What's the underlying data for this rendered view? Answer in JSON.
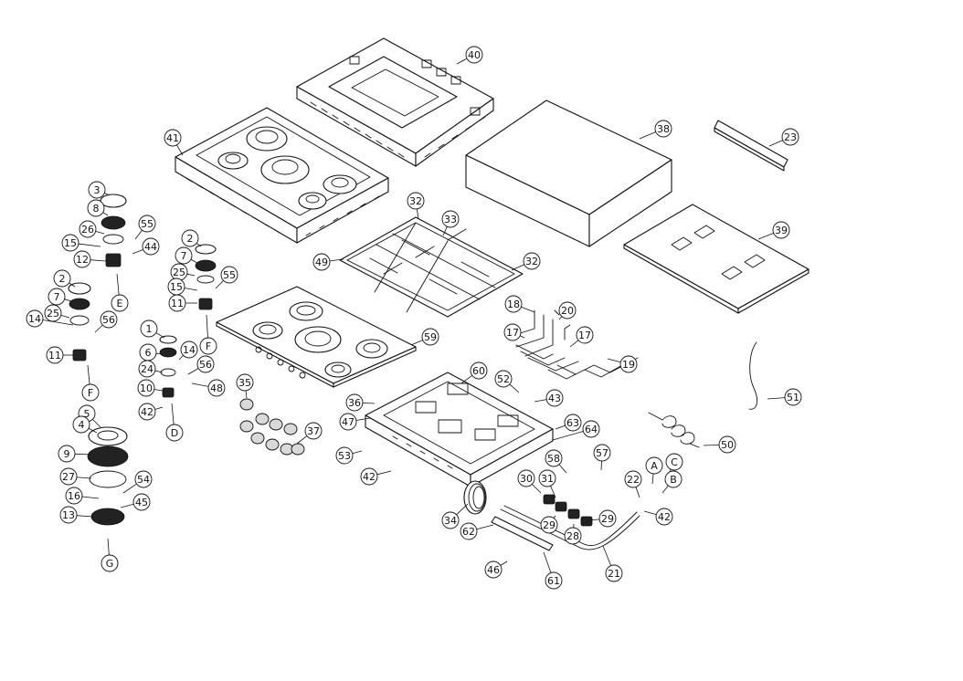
{
  "diagram": {
    "type": "exploded-parts-diagram",
    "callouts": [
      {
        "id": "c40",
        "label": "40"
      },
      {
        "id": "c41",
        "label": "41"
      },
      {
        "id": "c38",
        "label": "38"
      },
      {
        "id": "c23",
        "label": "23"
      },
      {
        "id": "c39",
        "label": "39"
      },
      {
        "id": "c3",
        "label": "3"
      },
      {
        "id": "c8",
        "label": "8"
      },
      {
        "id": "c26",
        "label": "26"
      },
      {
        "id": "c55a",
        "label": "55"
      },
      {
        "id": "c15a",
        "label": "15"
      },
      {
        "id": "c44",
        "label": "44"
      },
      {
        "id": "c12",
        "label": "12"
      },
      {
        "id": "cEa",
        "label": "E"
      },
      {
        "id": "c2a",
        "label": "2"
      },
      {
        "id": "c7a",
        "label": "7"
      },
      {
        "id": "c25a",
        "label": "25"
      },
      {
        "id": "c14a",
        "label": "14"
      },
      {
        "id": "c56a",
        "label": "56"
      },
      {
        "id": "c11a",
        "label": "11"
      },
      {
        "id": "cFa",
        "label": "F"
      },
      {
        "id": "c2b",
        "label": "2"
      },
      {
        "id": "c7b",
        "label": "7"
      },
      {
        "id": "c25b",
        "label": "25"
      },
      {
        "id": "c55b",
        "label": "55"
      },
      {
        "id": "c15b",
        "label": "15"
      },
      {
        "id": "c11b",
        "label": "11"
      },
      {
        "id": "cFb",
        "label": "F"
      },
      {
        "id": "c32a",
        "label": "32"
      },
      {
        "id": "c33",
        "label": "33"
      },
      {
        "id": "c49",
        "label": "49"
      },
      {
        "id": "c32b",
        "label": "32"
      },
      {
        "id": "c18",
        "label": "18"
      },
      {
        "id": "c20",
        "label": "20"
      },
      {
        "id": "c17a",
        "label": "17"
      },
      {
        "id": "c17b",
        "label": "17"
      },
      {
        "id": "c19",
        "label": "19"
      },
      {
        "id": "c59",
        "label": "59"
      },
      {
        "id": "c1",
        "label": "1"
      },
      {
        "id": "c6",
        "label": "6"
      },
      {
        "id": "c14b",
        "label": "14"
      },
      {
        "id": "c24",
        "label": "24"
      },
      {
        "id": "c56b",
        "label": "56"
      },
      {
        "id": "c10",
        "label": "10"
      },
      {
        "id": "c48",
        "label": "48"
      },
      {
        "id": "c42a",
        "label": "42"
      },
      {
        "id": "cD",
        "label": "D"
      },
      {
        "id": "c5",
        "label": "5"
      },
      {
        "id": "c4",
        "label": "4"
      },
      {
        "id": "c9",
        "label": "9"
      },
      {
        "id": "c27",
        "label": "27"
      },
      {
        "id": "c54",
        "label": "54"
      },
      {
        "id": "c16",
        "label": "16"
      },
      {
        "id": "c45",
        "label": "45"
      },
      {
        "id": "c13",
        "label": "13"
      },
      {
        "id": "cG",
        "label": "G"
      },
      {
        "id": "c35",
        "label": "35"
      },
      {
        "id": "c37",
        "label": "37"
      },
      {
        "id": "c36",
        "label": "36"
      },
      {
        "id": "c47",
        "label": "47"
      },
      {
        "id": "c60",
        "label": "60"
      },
      {
        "id": "c52",
        "label": "52"
      },
      {
        "id": "c43",
        "label": "43"
      },
      {
        "id": "c51",
        "label": "51"
      },
      {
        "id": "c63",
        "label": "63"
      },
      {
        "id": "c64",
        "label": "64"
      },
      {
        "id": "c53",
        "label": "53"
      },
      {
        "id": "c42b",
        "label": "42"
      },
      {
        "id": "c50",
        "label": "50"
      },
      {
        "id": "c57",
        "label": "57"
      },
      {
        "id": "c58",
        "label": "58"
      },
      {
        "id": "c30",
        "label": "30"
      },
      {
        "id": "c31",
        "label": "31"
      },
      {
        "id": "c22",
        "label": "22"
      },
      {
        "id": "cA",
        "label": "A"
      },
      {
        "id": "cC",
        "label": "C"
      },
      {
        "id": "cB",
        "label": "B"
      },
      {
        "id": "c42c",
        "label": "42"
      },
      {
        "id": "c34",
        "label": "34"
      },
      {
        "id": "c29a",
        "label": "29"
      },
      {
        "id": "c29b",
        "label": "29"
      },
      {
        "id": "c28",
        "label": "28"
      },
      {
        "id": "c62",
        "label": "62"
      },
      {
        "id": "c46",
        "label": "46"
      },
      {
        "id": "c61",
        "label": "61"
      },
      {
        "id": "c21",
        "label": "21"
      }
    ]
  }
}
